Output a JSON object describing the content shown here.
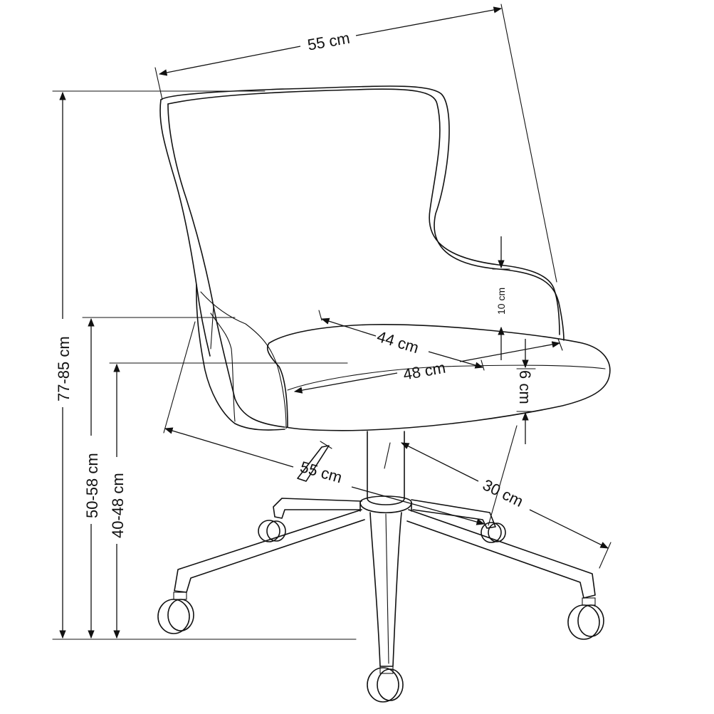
{
  "dimensions": {
    "width_top": "55 cm",
    "total_height": "77-85 cm",
    "armrest_height": "50-58 cm",
    "seat_height": "40-48 cm",
    "back_gap": "10 cm",
    "seat_width": "44 cm",
    "seat_depth": "48 cm",
    "seat_thickness": "6 cm",
    "base_width": "55 cm",
    "base_radius": "30 cm"
  }
}
